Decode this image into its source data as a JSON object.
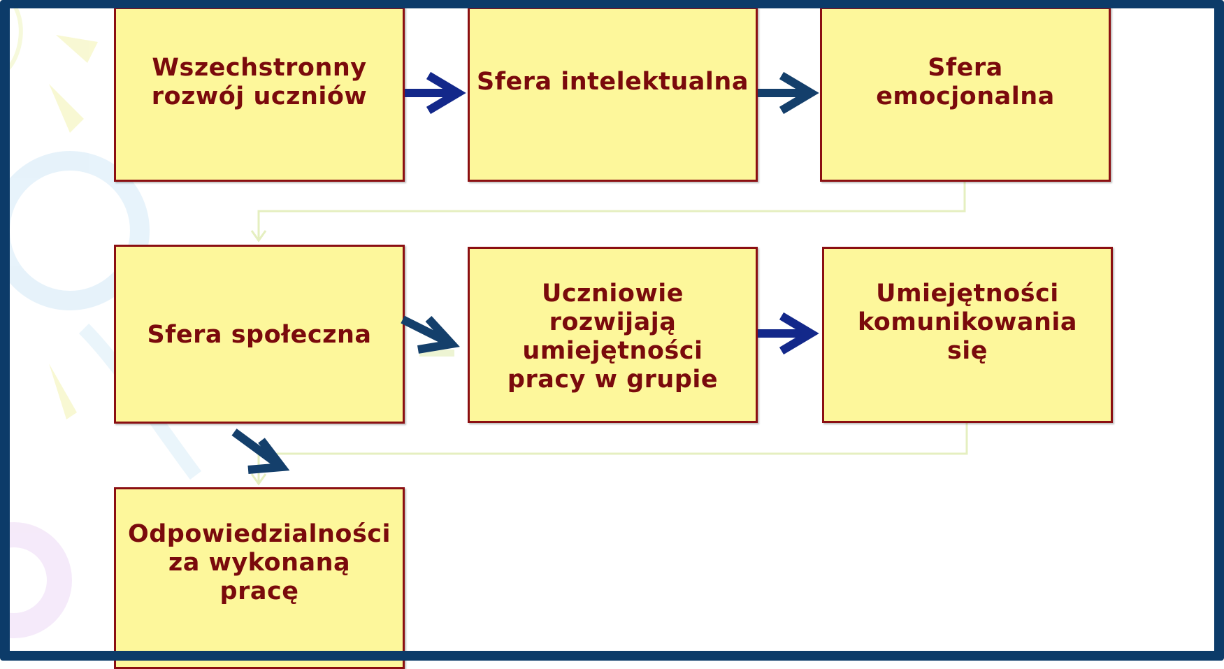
{
  "colors": {
    "frame": "#0c3b69",
    "box_fill": "#fdf79b",
    "box_border": "#8b0f12",
    "text": "#7a0a0c",
    "arrow_blue": "#13288a",
    "arrow_navy": "#143f6b",
    "connector": "#e5efc0"
  },
  "diagram": {
    "boxes": [
      {
        "id": "rozwoj",
        "label": "Wszechstronny rozwój uczniów"
      },
      {
        "id": "intelektualna",
        "label": "Sfera intelektualna"
      },
      {
        "id": "emocjonalna",
        "label": "Sfera emocjonalna"
      },
      {
        "id": "spoleczna",
        "label": "Sfera społeczna"
      },
      {
        "id": "praca-w-grupie",
        "label": "Uczniowie rozwijają umiejętności pracy w grupie"
      },
      {
        "id": "komunikowanie",
        "label": "Umiejętności komunikowania się"
      },
      {
        "id": "odpowiedzialnosc",
        "label": "Odpowiedzialności za wykonaną pracę"
      }
    ],
    "arrows": [
      {
        "from": "rozwoj",
        "to": "intelektualna",
        "icon": "arrow-right-icon"
      },
      {
        "from": "intelektualna",
        "to": "emocjonalna",
        "icon": "arrow-right-icon"
      },
      {
        "from": "spoleczna",
        "to": "praca-w-grupie",
        "icon": "arrow-down-right-icon"
      },
      {
        "from": "praca-w-grupie",
        "to": "komunikowanie",
        "icon": "arrow-right-icon"
      },
      {
        "from": "spoleczna",
        "to": "odpowiedzialnosc",
        "icon": "arrow-down-right-icon"
      }
    ],
    "connectors": [
      {
        "from": "emocjonalna",
        "to": "spoleczna"
      },
      {
        "from": "komunikowanie",
        "to": "odpowiedzialnosc"
      }
    ]
  }
}
